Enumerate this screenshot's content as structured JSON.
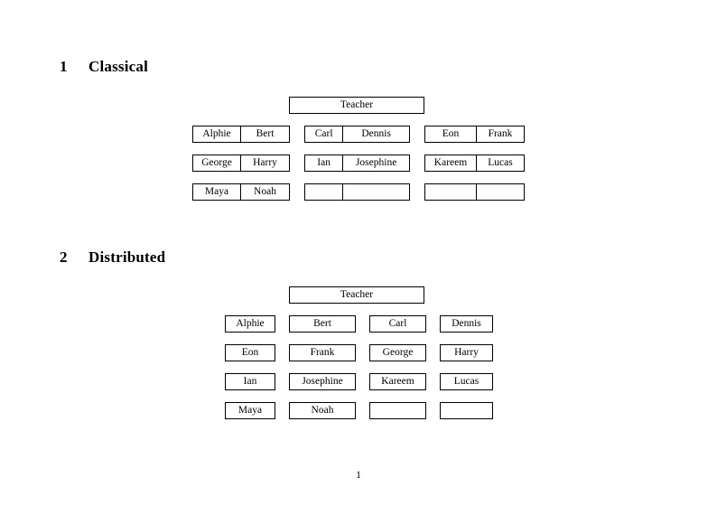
{
  "document": {
    "page_number": "1"
  },
  "sections": [
    {
      "number": "1",
      "title": "Classical",
      "teacher_label": "Teacher",
      "groups": [
        {
          "rows": [
            [
              "Alphie",
              "Bert"
            ],
            [
              "George",
              "Harry"
            ],
            [
              "Maya",
              "Noah"
            ]
          ]
        },
        {
          "rows": [
            [
              "Carl",
              "Dennis"
            ],
            [
              "Ian",
              "Josephine"
            ],
            [
              "",
              ""
            ]
          ]
        },
        {
          "rows": [
            [
              "Eon",
              "Frank"
            ],
            [
              "Kareem",
              "Lucas"
            ],
            [
              "",
              ""
            ]
          ]
        }
      ]
    },
    {
      "number": "2",
      "title": "Distributed",
      "teacher_label": "Teacher",
      "rows": [
        [
          "Alphie",
          "Bert",
          "Carl",
          "Dennis"
        ],
        [
          "Eon",
          "Frank",
          "George",
          "Harry"
        ],
        [
          "Ian",
          "Josephine",
          "Kareem",
          "Lucas"
        ],
        [
          "Maya",
          "Noah",
          "",
          ""
        ]
      ]
    }
  ]
}
